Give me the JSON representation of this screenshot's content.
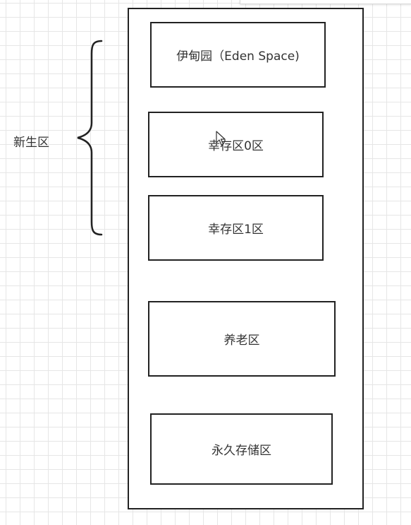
{
  "diagram": {
    "young_generation_label": "新生区",
    "regions": {
      "eden": "伊甸园（Eden Space)",
      "survivor0": "幸存区0区",
      "survivor1": "幸存区1区",
      "old": "养老区",
      "permanent": "永久存储区"
    }
  },
  "colors": {
    "stroke": "#222222",
    "text": "#333333",
    "grid": "#e6e6e6"
  },
  "icons": {
    "cursor": "mouse-pointer-icon"
  }
}
